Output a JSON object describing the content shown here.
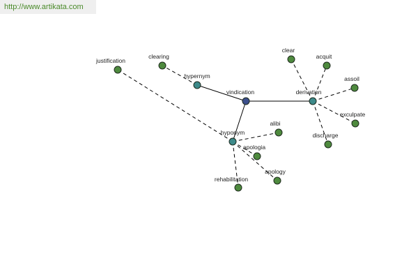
{
  "header": {
    "url_text": "http://www.artikata.com"
  },
  "colors": {
    "center_node": "#3c4f8c",
    "relation_node": "#3d8a8a",
    "leaf_node": "#4e8a3e"
  },
  "graph": {
    "nodes": [
      {
        "id": "vindication",
        "label": "vindication",
        "kind": "center"
      },
      {
        "id": "hypernym",
        "label": "hypernym",
        "kind": "relation"
      },
      {
        "id": "derivation",
        "label": "derivation",
        "kind": "relation"
      },
      {
        "id": "hyponym",
        "label": "hyponym",
        "kind": "relation"
      },
      {
        "id": "justification",
        "label": "justification",
        "kind": "leaf"
      },
      {
        "id": "clearing",
        "label": "clearing",
        "kind": "leaf"
      },
      {
        "id": "clear",
        "label": "clear",
        "kind": "leaf"
      },
      {
        "id": "acquit",
        "label": "acquit",
        "kind": "leaf"
      },
      {
        "id": "assoil",
        "label": "assoil",
        "kind": "leaf"
      },
      {
        "id": "exculpate",
        "label": "exculpate",
        "kind": "leaf"
      },
      {
        "id": "discharge",
        "label": "discharge",
        "kind": "leaf"
      },
      {
        "id": "alibi",
        "label": "alibi",
        "kind": "leaf"
      },
      {
        "id": "apologia",
        "label": "apologia",
        "kind": "leaf"
      },
      {
        "id": "apology",
        "label": "apology",
        "kind": "leaf"
      },
      {
        "id": "rehabilitation",
        "label": "rehabilitation",
        "kind": "leaf"
      }
    ],
    "edges": [
      {
        "from": "vindication",
        "to": "hypernym",
        "style": "solid"
      },
      {
        "from": "vindication",
        "to": "derivation",
        "style": "solid"
      },
      {
        "from": "vindication",
        "to": "hyponym",
        "style": "solid"
      },
      {
        "from": "hypernym",
        "to": "clearing",
        "style": "dashed"
      },
      {
        "from": "hyponym",
        "to": "justification",
        "style": "dashed"
      },
      {
        "from": "derivation",
        "to": "clear",
        "style": "dashed"
      },
      {
        "from": "derivation",
        "to": "acquit",
        "style": "dashed"
      },
      {
        "from": "derivation",
        "to": "assoil",
        "style": "dashed"
      },
      {
        "from": "derivation",
        "to": "exculpate",
        "style": "dashed"
      },
      {
        "from": "derivation",
        "to": "discharge",
        "style": "dashed"
      },
      {
        "from": "hyponym",
        "to": "alibi",
        "style": "dashed"
      },
      {
        "from": "hyponym",
        "to": "apologia",
        "style": "dashed"
      },
      {
        "from": "hyponym",
        "to": "apology",
        "style": "dashed"
      },
      {
        "from": "hyponym",
        "to": "rehabilitation",
        "style": "dashed"
      }
    ]
  }
}
